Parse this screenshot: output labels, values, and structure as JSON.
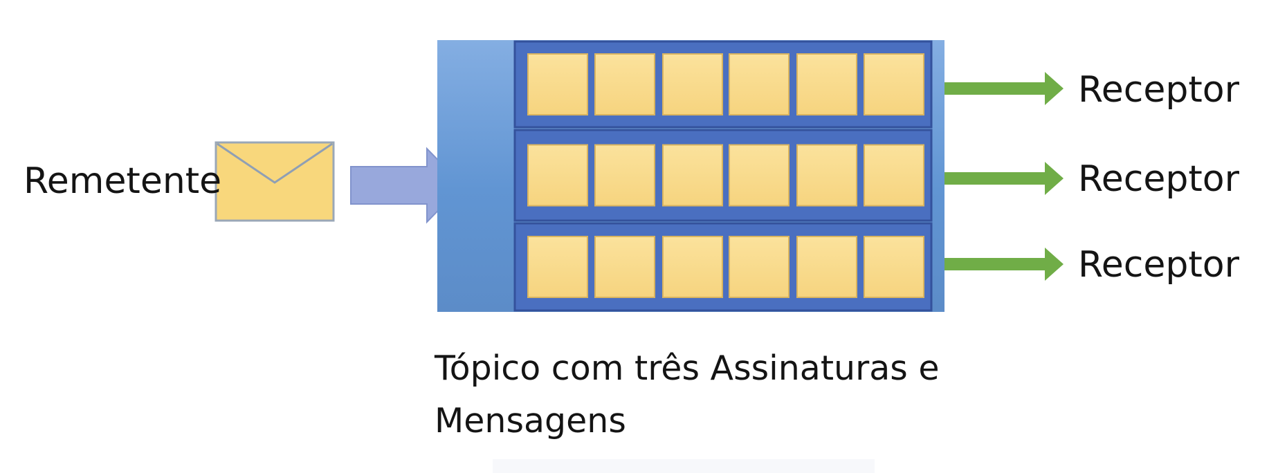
{
  "diagram": {
    "sender": {
      "label": "Remetente",
      "icon": "envelope-icon"
    },
    "topic": {
      "subscriptions": 3,
      "messages_per_subscription": 6,
      "caption": "Tópico com três Assinaturas e Mensagens"
    },
    "receivers": [
      {
        "label": "Receptor"
      },
      {
        "label": "Receptor"
      },
      {
        "label": "Receptor"
      }
    ],
    "colors": {
      "topic_bar": "#6b9ad6",
      "subscription_panel": "#4a6fc0",
      "subscription_border": "#34529c",
      "message_fill": "#f7d98a",
      "message_border": "#d9b45f",
      "envelope_fill": "#f8d77c",
      "envelope_border": "#9aa7b7",
      "input_arrow": "#98a8dc",
      "output_arrow": "#70ad47",
      "text": "#141414"
    }
  }
}
